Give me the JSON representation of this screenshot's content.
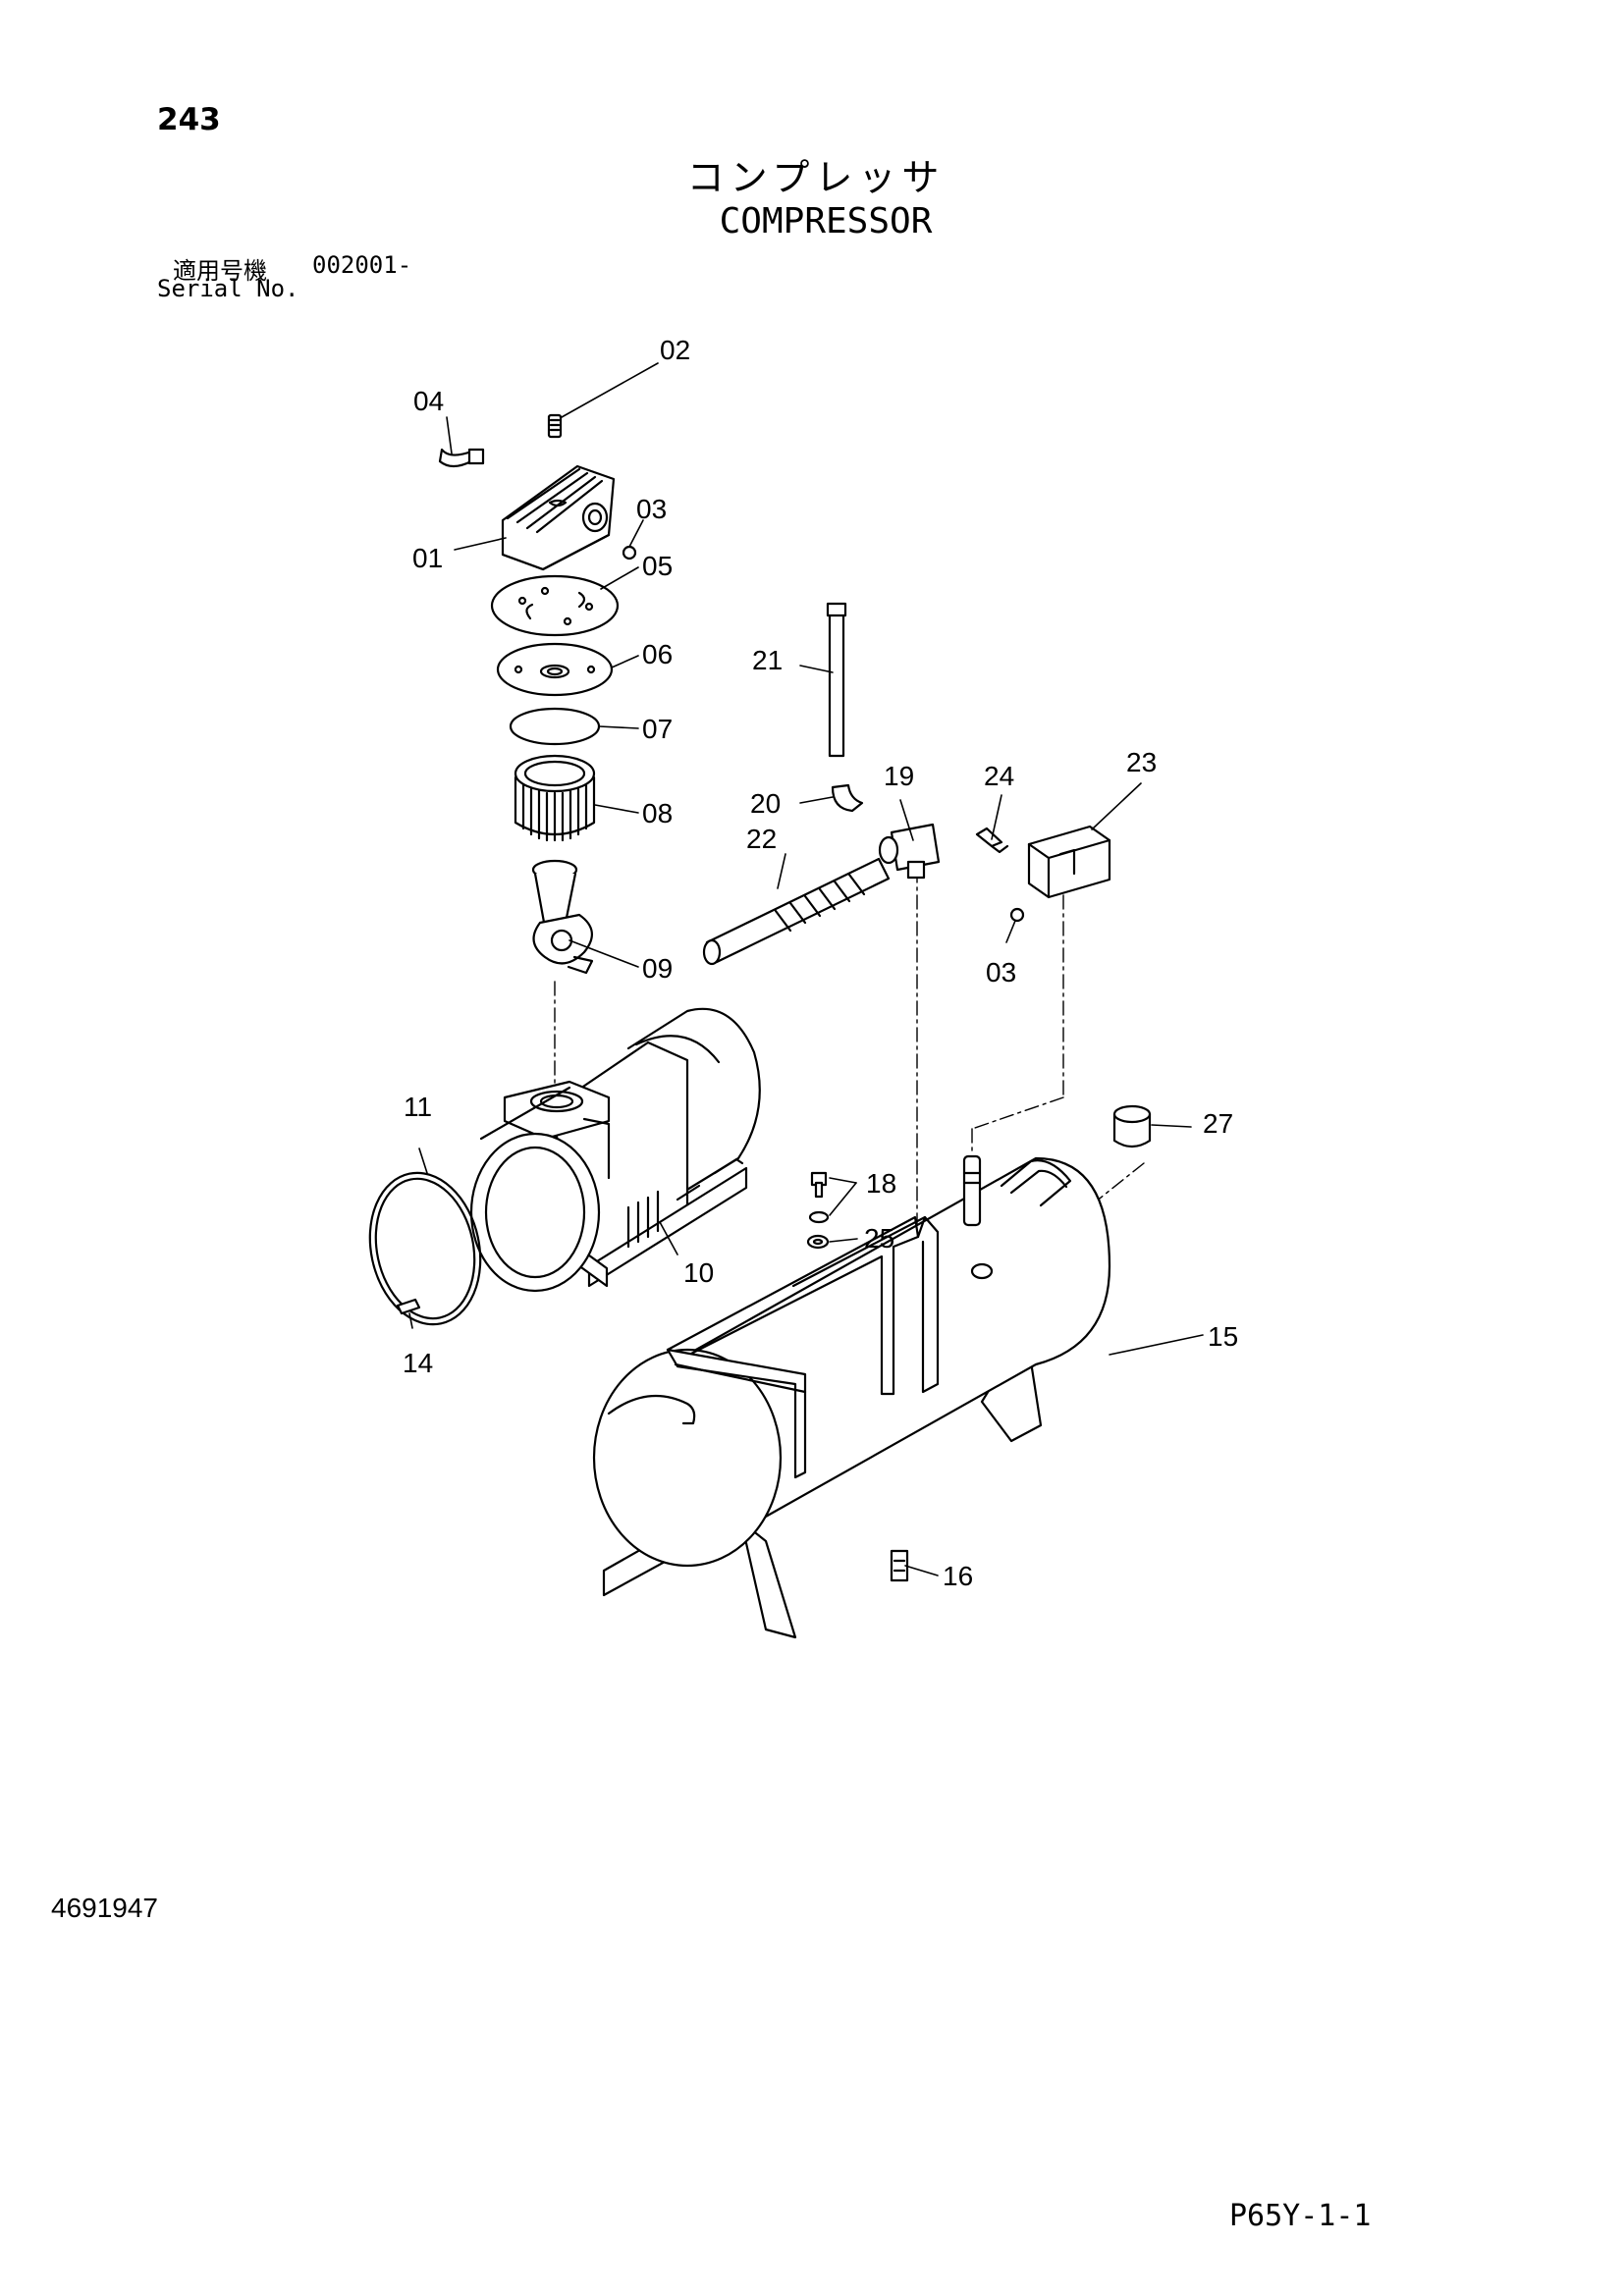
{
  "page": {
    "number": "243",
    "title_jp": "コンプレッサ",
    "title_en": "COMPRESSOR",
    "serial_label_jp": "適用号機",
    "serial_value": "002001-",
    "serial_label_en": "Serial No.",
    "document_number": "4691947",
    "page_reference": "P65Y-1-1"
  },
  "callouts": {
    "c01": "01",
    "c02": "02",
    "c03a": "03",
    "c03b": "03",
    "c04": "04",
    "c05": "05",
    "c06": "06",
    "c07": "07",
    "c08": "08",
    "c09": "09",
    "c10": "10",
    "c11": "11",
    "c14": "14",
    "c15": "15",
    "c16": "16",
    "c18": "18",
    "c19": "19",
    "c20": "20",
    "c21": "21",
    "c22": "22",
    "c23": "23",
    "c24": "24",
    "c25": "25",
    "c27": "27"
  }
}
